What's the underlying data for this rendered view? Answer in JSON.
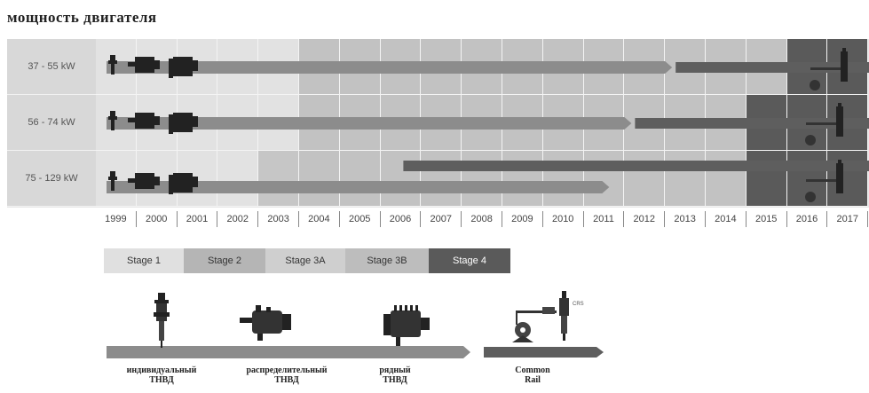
{
  "title": "мощность двигателя",
  "rows": [
    {
      "label": "37 - 55 kW"
    },
    {
      "label": "56 - 74 kW"
    },
    {
      "label": "75 - 129 kW"
    }
  ],
  "years": [
    "1999",
    "2000",
    "2001",
    "2002",
    "2003",
    "2004",
    "2005",
    "2006",
    "2007",
    "2008",
    "2009",
    "2010",
    "2011",
    "2012",
    "2013",
    "2014",
    "2015",
    "2016",
    "2017"
  ],
  "stages": [
    {
      "label": "Stage 1",
      "color": "#e0e0e0"
    },
    {
      "label": "Stage 2",
      "color": "#b5b5b5"
    },
    {
      "label": "Stage 3A",
      "color": "#cfcfcf"
    },
    {
      "label": "Stage 3B",
      "color": "#bdbdbd"
    },
    {
      "label": "Stage 4",
      "color": "#5a5a5a",
      "text_color": "#ffffff"
    }
  ],
  "pump_types": [
    {
      "name": "индивидуальный",
      "sub": "ТНВД",
      "icon": "unit-pump-icon"
    },
    {
      "name": "распределительный",
      "sub": "ТНВД",
      "icon": "distributor-pump-icon"
    },
    {
      "name": "рядный",
      "sub": "ТНВД",
      "icon": "inline-pump-icon"
    },
    {
      "name": "Common",
      "sub": "Rail",
      "icon": "common-rail-icon"
    }
  ],
  "crs_label": "CRS",
  "colors": {
    "mechanical_arrow": "#8c8c8c",
    "common_rail_bar": "#5e5e5e",
    "stage4_zone": "#5a5a5a"
  }
}
